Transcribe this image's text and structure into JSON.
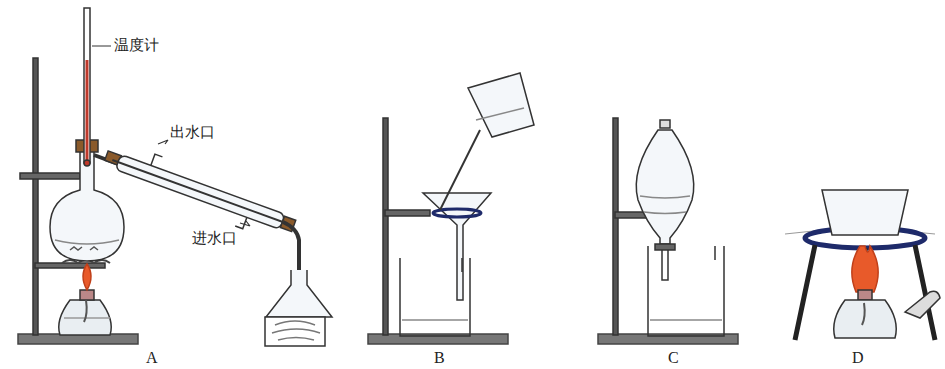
{
  "diagram": {
    "labels": [
      "温度计",
      "出水口",
      "进水口",
      "A",
      "B",
      "C",
      "D"
    ]
  }
}
